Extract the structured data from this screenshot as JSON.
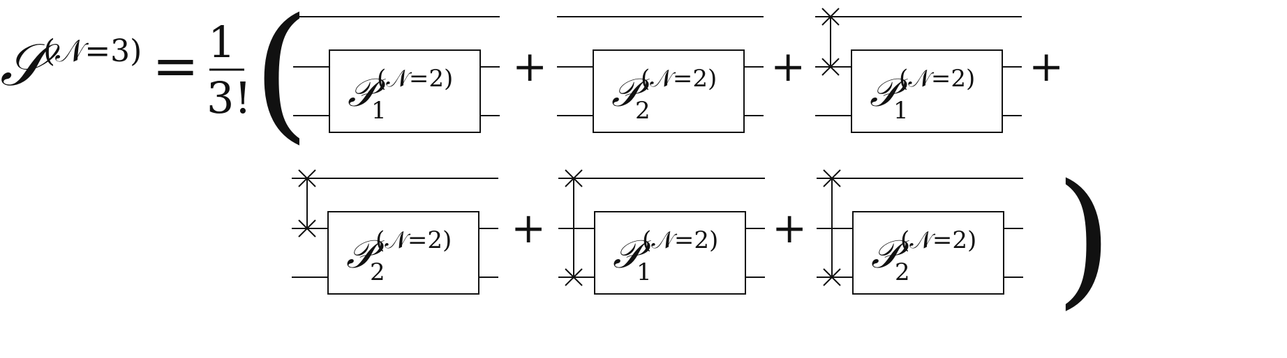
{
  "equation": {
    "lhs_symbol": "𝒮",
    "lhs_superscript": "(𝒩=3)",
    "equals": "=",
    "frac_numerator": "1",
    "frac_denominator": "3!",
    "open_paren": "(",
    "close_paren": ")",
    "plus": "+"
  },
  "box_label": {
    "symbol": "𝒫",
    "superscript": "(𝒩=2)"
  },
  "terms": [
    {
      "subscript": "1",
      "swap": null
    },
    {
      "subscript": "2",
      "swap": null
    },
    {
      "subscript": "1",
      "swap": [
        1,
        2
      ]
    },
    {
      "subscript": "2",
      "swap": [
        1,
        2
      ]
    },
    {
      "subscript": "1",
      "swap": [
        1,
        3
      ]
    },
    {
      "subscript": "2",
      "swap": [
        1,
        3
      ]
    }
  ],
  "colors": {
    "ink": "#111111",
    "background": "#ffffff"
  }
}
